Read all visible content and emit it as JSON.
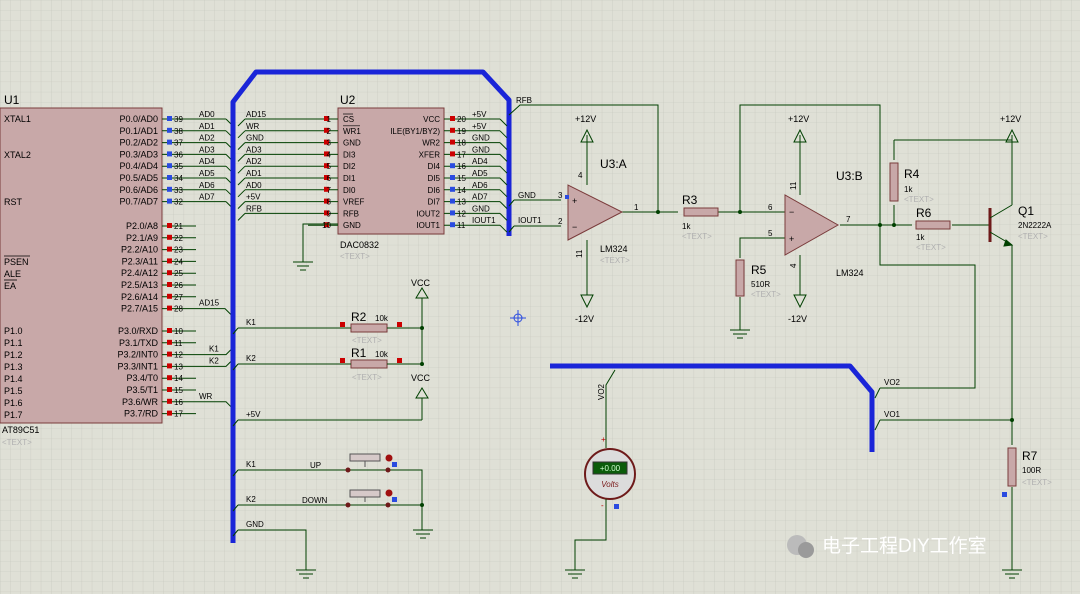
{
  "components": {
    "u1": {
      "ref": "U1",
      "part": "AT89C51",
      "text": "<TEXT>",
      "left_labels": [
        "XTAL1",
        "XTAL2",
        "RST",
        "PSEN",
        "ALE",
        "EA",
        "P1.0",
        "P1.1",
        "P1.2",
        "P1.3",
        "P1.4",
        "P1.5",
        "P1.6",
        "P1.7"
      ],
      "right_labels": [
        "P0.0/AD0",
        "P0.1/AD1",
        "P0.2/AD2",
        "P0.3/AD3",
        "P0.4/AD4",
        "P0.5/AD5",
        "P0.6/AD6",
        "P0.7/AD7",
        "P2.0/A8",
        "P2.1/A9",
        "P2.2/A10",
        "P2.3/A11",
        "P2.4/A12",
        "P2.5/A13",
        "P2.6/A14",
        "P2.7/A15",
        "P3.0/RXD",
        "P3.1/TXD",
        "P3.2/INT0",
        "P3.3/INT1",
        "P3.4/T0",
        "P3.5/T1",
        "P3.6/WR",
        "P3.7/RD"
      ],
      "right_pins": [
        "39",
        "38",
        "37",
        "36",
        "35",
        "34",
        "33",
        "32",
        "21",
        "22",
        "23",
        "24",
        "25",
        "26",
        "27",
        "28",
        "10",
        "11",
        "12",
        "13",
        "14",
        "15",
        "16",
        "17"
      ]
    },
    "u2": {
      "ref": "U2",
      "part": "DAC0832",
      "text": "<TEXT>",
      "left_labels": [
        "CS",
        "WR1",
        "GND",
        "DI3",
        "DI2",
        "DI1",
        "DI0",
        "VREF",
        "RFB",
        "GND"
      ],
      "left_pins": [
        "1",
        "2",
        "3",
        "4",
        "5",
        "6",
        "7",
        "8",
        "9",
        "10"
      ],
      "right_labels": [
        "VCC",
        "ILE(BY1/BY2)",
        "WR2",
        "XFER",
        "DI4",
        "DI5",
        "DI6",
        "DI7",
        "IOUT2",
        "IOUT1"
      ],
      "right_pins": [
        "20",
        "19",
        "18",
        "17",
        "16",
        "15",
        "14",
        "13",
        "12",
        "11"
      ]
    },
    "u3a": {
      "ref": "U3:A",
      "part": "LM324",
      "text": "<TEXT>",
      "pins": [
        "4",
        "3",
        "2",
        "1",
        "11"
      ]
    },
    "u3b": {
      "ref": "U3:B",
      "part": "LM324",
      "pins": [
        "11",
        "6",
        "5",
        "7",
        "4"
      ]
    },
    "r1": {
      "ref": "R1",
      "value": "10k",
      "text": "<TEXT>"
    },
    "r2": {
      "ref": "R2",
      "value": "10k",
      "text": "<TEXT>"
    },
    "r3": {
      "ref": "R3",
      "value": "1k",
      "text": "<TEXT>"
    },
    "r4": {
      "ref": "R4",
      "value": "1k",
      "text": "<TEXT>"
    },
    "r5": {
      "ref": "R5",
      "value": "510R",
      "text": "<TEXT>"
    },
    "r6": {
      "ref": "R6",
      "value": "1k",
      "text": "<TEXT>"
    },
    "r7": {
      "ref": "R7",
      "value": "100R",
      "text": "<TEXT>"
    },
    "q1": {
      "ref": "Q1",
      "part": "2N2222A",
      "text": "<TEXT>"
    },
    "voltmeter": {
      "reading": "+0.00",
      "unit": "Volts",
      "plus": "+",
      "minus": "-"
    }
  },
  "nets": {
    "u1_right": [
      "AD0",
      "AD1",
      "AD2",
      "AD3",
      "AD4",
      "AD5",
      "AD6",
      "AD7",
      "AD15",
      "K1",
      "K2",
      "WR"
    ],
    "bus_left": [
      "AD15",
      "WR",
      "GND",
      "AD3",
      "AD2",
      "AD1",
      "AD0",
      "+5V",
      "RFB",
      "K1",
      "K2",
      "+5V",
      "K1",
      "K2",
      "GND"
    ],
    "u2_right": [
      "+5V",
      "+5V",
      "GND",
      "GND",
      "AD4",
      "AD5",
      "AD6",
      "AD7",
      "GND",
      "IOUT1"
    ],
    "analog": [
      "RFB",
      "GND",
      "IOUT1",
      "VO2",
      "VO1"
    ],
    "power": {
      "plus12": "+12V",
      "minus12": "-12V",
      "vcc": "VCC"
    },
    "buttons": [
      "UP",
      "DOWN"
    ]
  },
  "watermark": "电子工程DIY工作室",
  "colors": {
    "background": "#dfe0d6",
    "grid": "#c4c5bb",
    "wire": "#004000",
    "bus": "#1a25d8",
    "body": "#c19090",
    "pin_red": "#cc0000",
    "pin_blue": "#2a4be0"
  }
}
